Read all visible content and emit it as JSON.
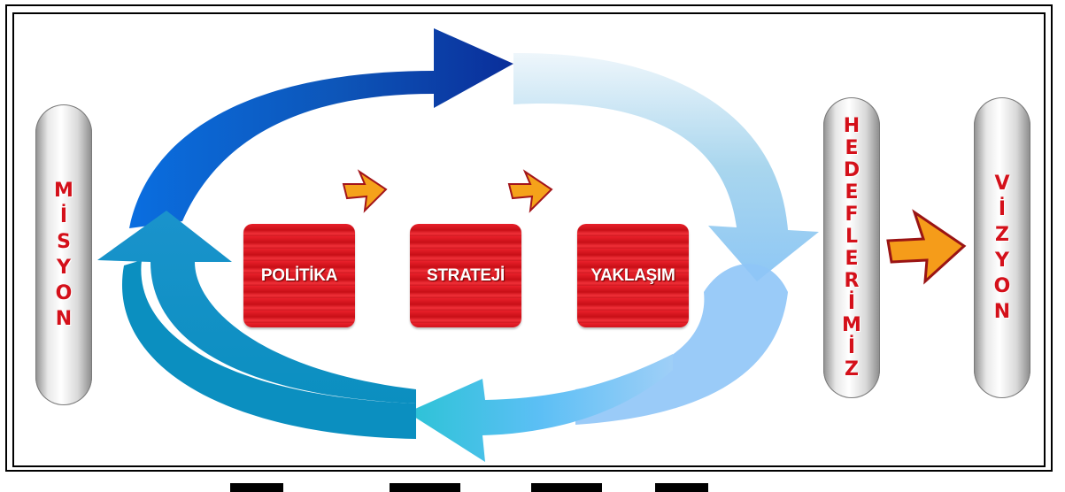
{
  "left_pill": {
    "label": "MİSYON",
    "letters": [
      "M",
      "İ",
      "S",
      "Y",
      "O",
      "N"
    ]
  },
  "boxes": [
    {
      "label": "POLİTİKA"
    },
    {
      "label": "STRATEJİ"
    },
    {
      "label": "YAKLAŞIM"
    }
  ],
  "right_pill_goals": {
    "label": "HEDEFLERİMİZ",
    "letters": [
      "H",
      "E",
      "D",
      "E",
      "F",
      "L",
      "E",
      "R",
      "İ",
      "M",
      "İ",
      "Z"
    ]
  },
  "right_pill_vision": {
    "label": "VİZYON",
    "letters": [
      "V",
      "İ",
      "Z",
      "Y",
      "O",
      "N"
    ]
  },
  "icons": [
    "cycle-arrows-icon",
    "small-arrow-icon",
    "big-arrow-icon"
  ],
  "colors": {
    "box_red": "#d01820",
    "letter_red": "#d4101a",
    "arrow_dark_blue": "#0a2e9a",
    "arrow_blue": "#0b67d6",
    "arrow_teal": "#0b8fc0",
    "arrow_light": "#9fd3ee",
    "arrow_orange": "#f5a21a"
  }
}
